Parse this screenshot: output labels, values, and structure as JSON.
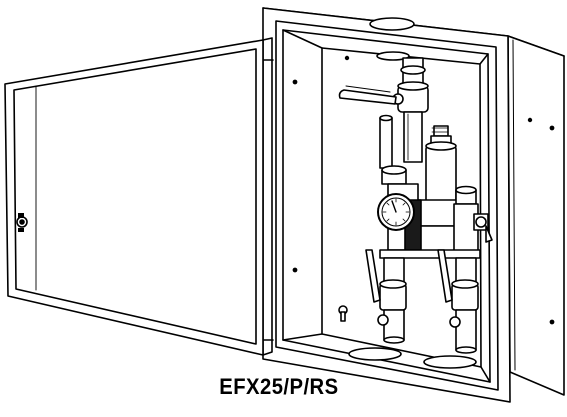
{
  "figure": {
    "model_label": "EFX25/P/RS"
  },
  "components": {
    "cabinet": "cabinet-box",
    "door": "open-door",
    "lock": "door-lock",
    "valves": [
      "top-ball-valve",
      "bottom-left-ball-valve",
      "bottom-right-ball-valve",
      "side-check-valve"
    ],
    "gauge": "thermometer-gauge",
    "mixer": "thermostatic-mixing-valve"
  },
  "colors": {
    "line": "#000000",
    "fill": "#ffffff",
    "shade": "#1a1a1a"
  }
}
